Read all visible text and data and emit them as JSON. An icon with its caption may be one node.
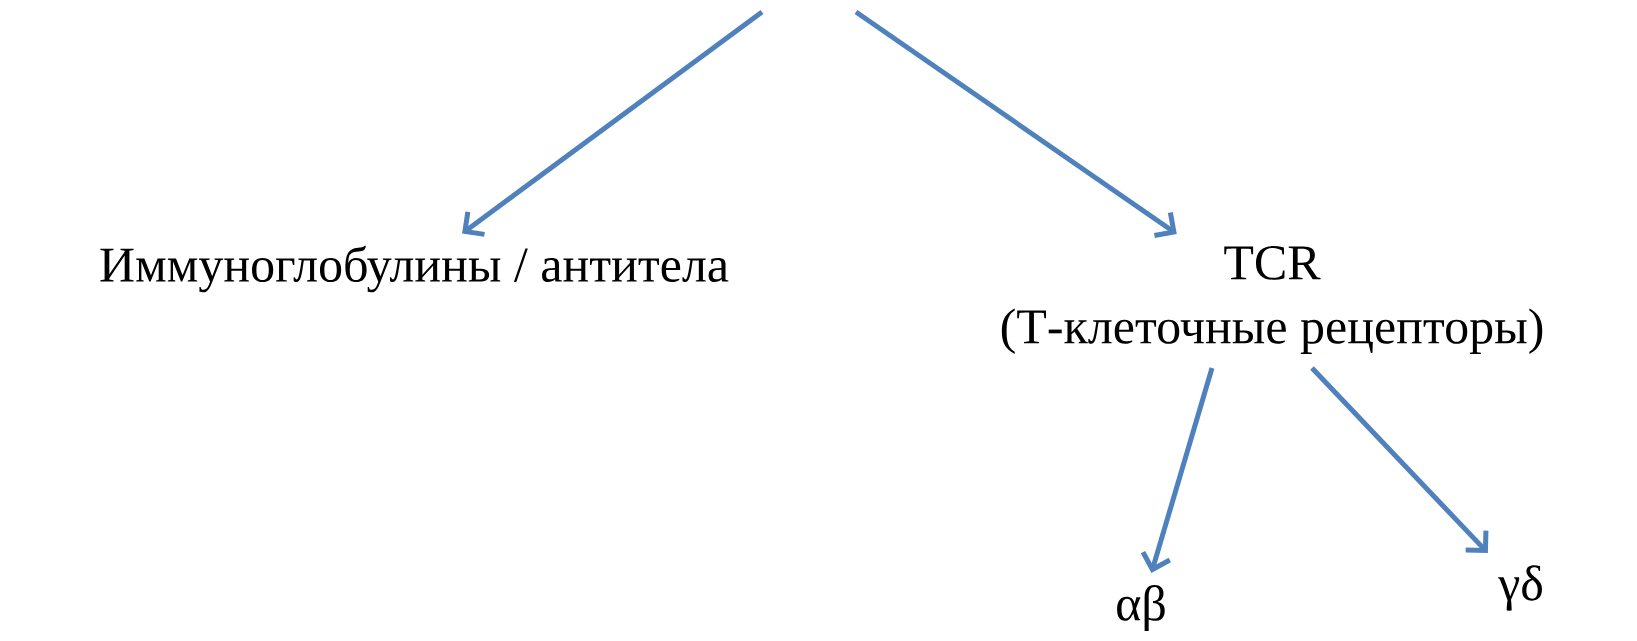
{
  "diagram": {
    "nodes": [
      {
        "text": [
          "Иммуноглобулины / антитела"
        ]
      },
      {
        "text": [
          "TCR",
          "(Т-клеточные рецепторы)"
        ]
      },
      {
        "text": [
          "αβ"
        ]
      },
      {
        "text": [
          "γδ"
        ]
      }
    ],
    "edges": [
      {
        "from": null,
        "to": 0,
        "arrow": "to"
      },
      {
        "from": null,
        "to": 1,
        "arrow": "to"
      },
      {
        "from": 1,
        "to": 2,
        "arrow": "to"
      },
      {
        "from": 1,
        "to": 3,
        "arrow": "to"
      }
    ]
  }
}
